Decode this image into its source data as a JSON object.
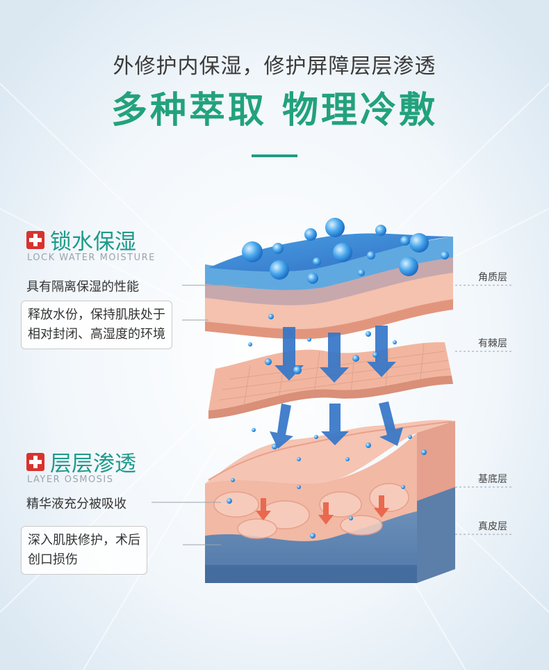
{
  "header": {
    "subtitle": "外修护内保湿，修护屏障层层渗透",
    "title": "多种萃取 物理冷敷"
  },
  "section1": {
    "title": "锁水保湿",
    "subtitle_en": "LOCK WATER MOISTURE",
    "point1": "具有隔离保湿的性能",
    "point2_line1": "释放水份，保持肌肤处于",
    "point2_line2": "相对封闭、高湿度的环境"
  },
  "section2": {
    "title": "层层渗透",
    "subtitle_en": "LAYER OSMOSIS",
    "point1": "精华液充分被吸收",
    "point2_line1": "深入肌肤修护，术后",
    "point2_line2": "创口损伤"
  },
  "layers": {
    "stratum_corneum": "角质层",
    "spinous_layer": "有棘层",
    "basal_layer": "基底层",
    "dermis": "真皮层"
  },
  "colors": {
    "title_green": "#22a27c",
    "section_teal": "#1f9a8c",
    "cross_red": "#d9322e",
    "skin_pink": "#f5c2ad",
    "water_blue": "#3b86d6"
  }
}
